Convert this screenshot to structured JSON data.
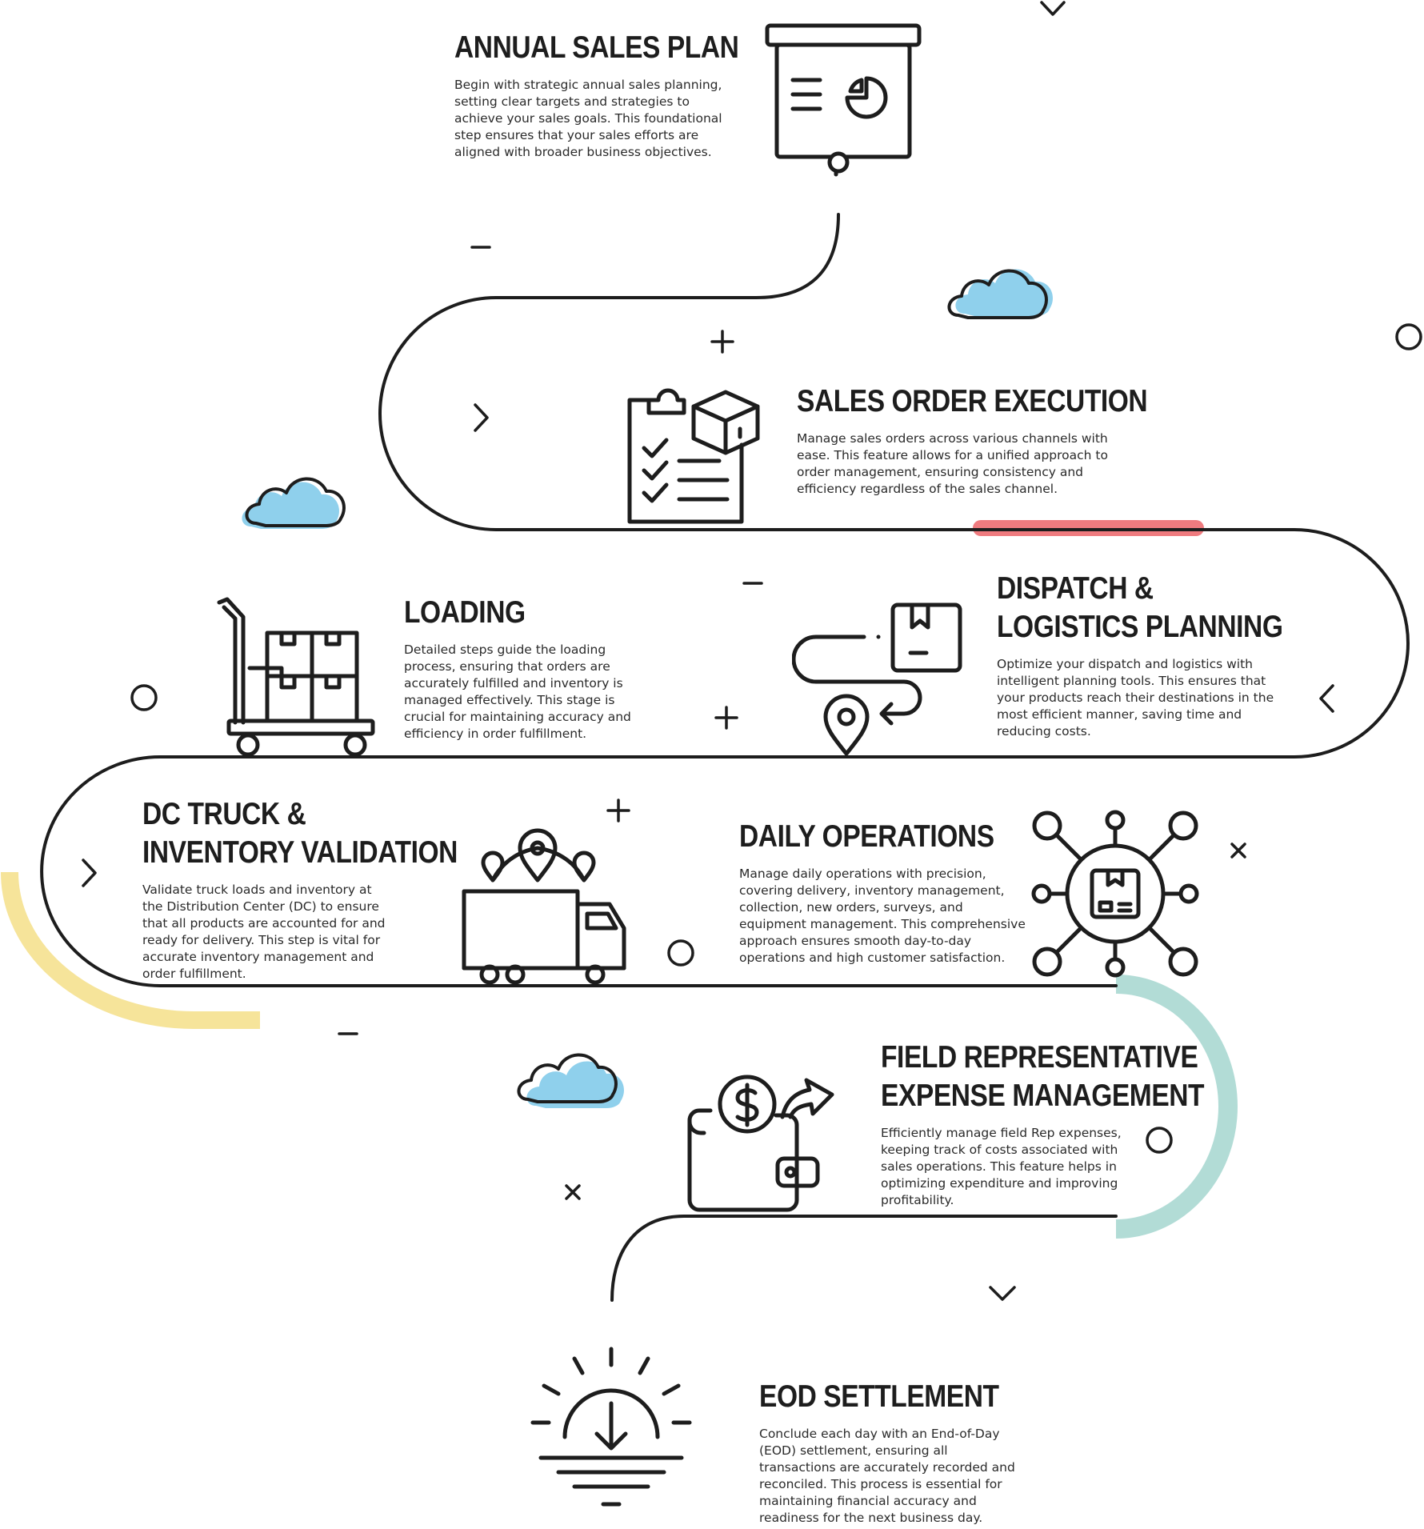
{
  "colors": {
    "line": "#1d1d1d",
    "accent_red": "#ef7b7f",
    "accent_yellow": "#f6e49a",
    "accent_teal": "#b2dcd6",
    "cloud_blue": "#8fd0ec"
  },
  "steps": [
    {
      "icon": "presentation-board-icon",
      "title_lines": [
        "ANNUAL SALES PLAN"
      ],
      "description": "Begin with strategic annual sales planning, setting clear targets and strategies to achieve your sales goals. This foundational step ensures that your sales efforts are aligned with broader business objectives."
    },
    {
      "icon": "clipboard-checklist-box-icon",
      "title_lines": [
        "SALES ORDER EXECUTION"
      ],
      "description": "Manage sales orders across various channels with ease. This feature allows for a unified approach to order management, ensuring consistency and efficiency regardless of the sales channel."
    },
    {
      "icon": "route-package-pin-icon",
      "title_lines": [
        "DISPATCH &",
        "LOGISTICS PLANNING"
      ],
      "description": "Optimize your dispatch and logistics with intelligent planning tools. This ensures that your products reach their destinations in the most efficient manner, saving time and reducing costs."
    },
    {
      "icon": "hand-cart-boxes-icon",
      "title_lines": [
        "LOADING"
      ],
      "description": "Detailed steps guide the loading process, ensuring that orders are accurately fulfilled and inventory is managed effectively. This stage is crucial for maintaining accuracy and efficiency in order fulfillment."
    },
    {
      "icon": "truck-locations-icon",
      "title_lines": [
        "DC TRUCK &",
        "INVENTORY VALIDATION"
      ],
      "description": "Validate truck loads and inventory at the Distribution Center (DC) to ensure that all products are accounted for and ready for delivery. This step is vital for accurate inventory management and order fulfillment."
    },
    {
      "icon": "package-network-icon",
      "title_lines": [
        "DAILY OPERATIONS"
      ],
      "description": " Manage daily operations with precision, covering delivery, inventory management, collection, new orders, surveys, and equipment management. This comprehensive approach ensures smooth day-to-day operations and high customer satisfaction."
    },
    {
      "icon": "wallet-dollar-icon",
      "title_lines": [
        "FIELD REPRESENTATIVE",
        "EXPENSE MANAGEMENT"
      ],
      "description": "Efficiently manage field Rep expenses, keeping track of costs associated with sales operations. This feature helps in optimizing expenditure and improving profitability."
    },
    {
      "icon": "sunset-download-icon",
      "title_lines": [
        "EOD SETTLEMENT"
      ],
      "description": "Conclude each day with an End-of-Day (EOD) settlement, ensuring all transactions are accurately recorded and reconciled. This process is essential for maintaining financial accuracy and readiness for the next business day."
    }
  ]
}
